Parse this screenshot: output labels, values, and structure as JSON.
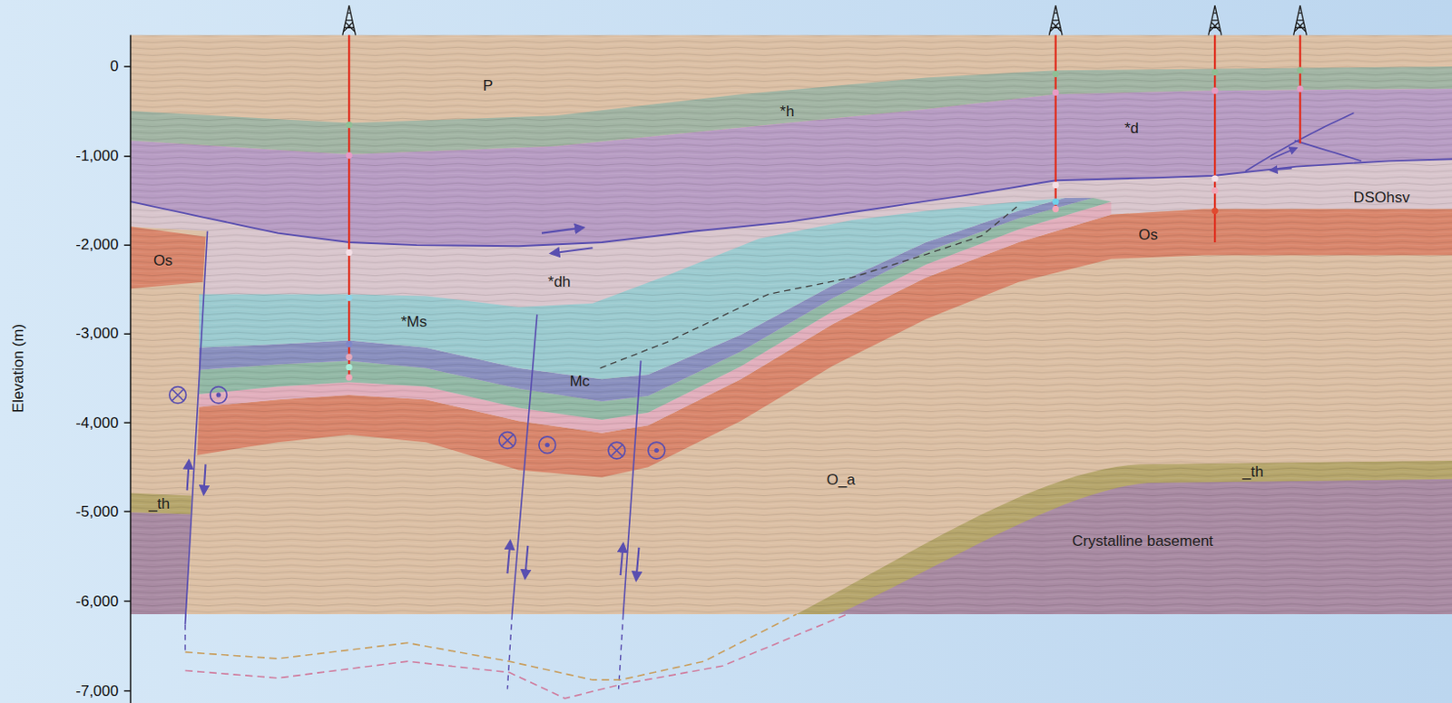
{
  "diagram": {
    "labels": [
      "0",
      "-1,000",
      "-2,000",
      "-3,000",
      "-4,000",
      "-5,000",
      "-6,000",
      "-7,000",
      "Elevation (m)",
      "P",
      "*h",
      "*d",
      "DSOhsv",
      "Os",
      "Os",
      "*dh",
      "*Ms",
      "Mc",
      "O_a",
      "_th",
      "Crystalline basement",
      "_th"
    ]
  }
}
